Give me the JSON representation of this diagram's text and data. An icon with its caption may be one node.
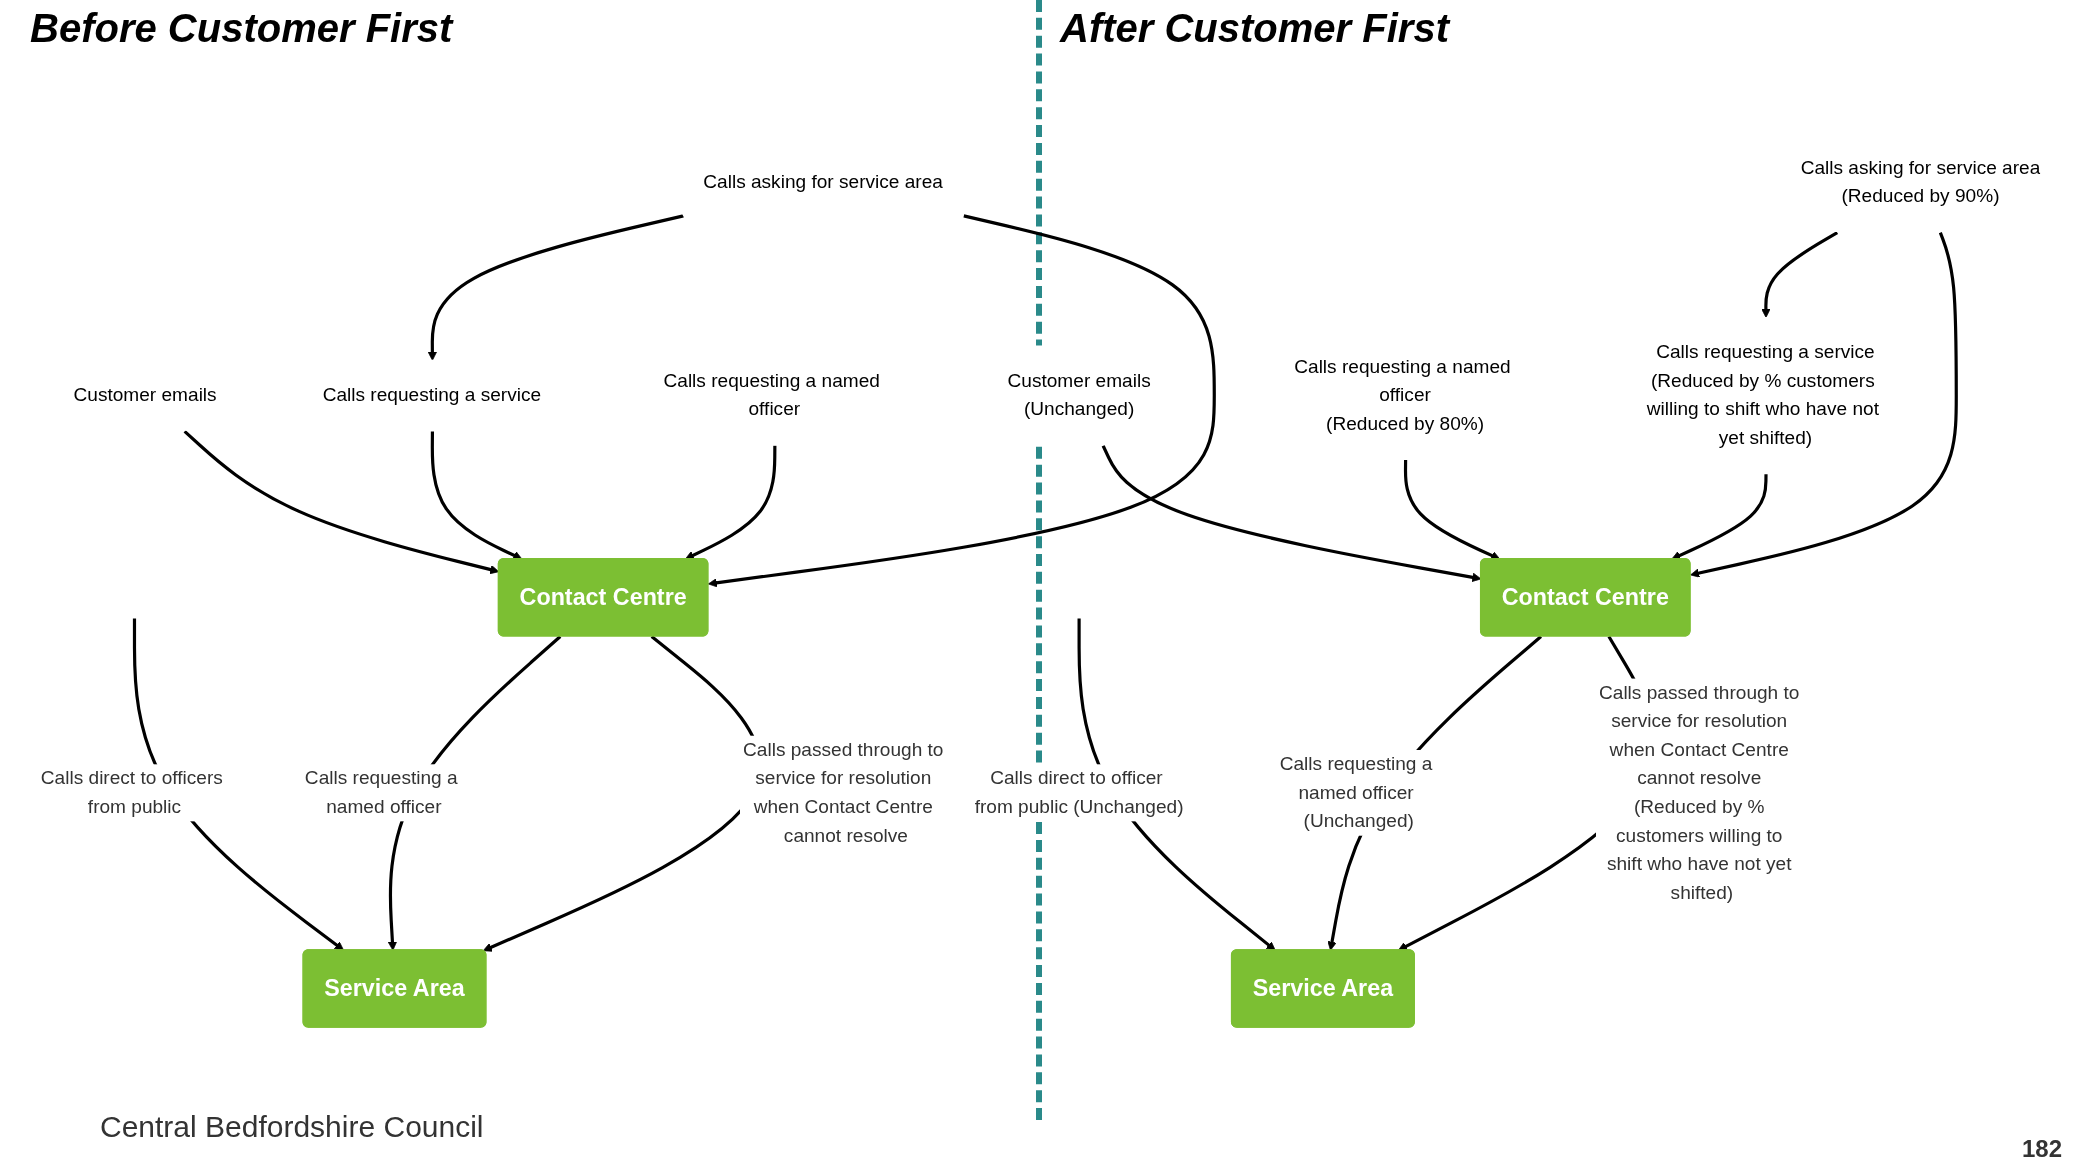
{
  "diagram": {
    "nodes": [
      {
        "text": [
          "Customer emails"
        ]
      },
      {
        "text": [
          "Calls requesting a service"
        ]
      },
      {
        "text": [
          "Calls asking for service area"
        ]
      },
      {
        "text": [
          "Calls requesting a named officer"
        ]
      },
      {
        "text": [
          "Contact Centre"
        ]
      },
      {
        "text": [
          "Service Area"
        ]
      },
      {
        "text": [
          "Customer emails",
          "(Unchanged)"
        ]
      },
      {
        "text": [
          "Calls requesting a service",
          "(Reduced by % customers willing to shift who have not yet shifted)"
        ]
      },
      {
        "text": [
          "Calls asking for service area",
          "(Reduced by 90%)"
        ]
      },
      {
        "text": [
          "Calls requesting a named officer",
          "(Reduced by 80%)"
        ]
      },
      {
        "text": [
          "Contact Centre"
        ]
      },
      {
        "text": [
          "Service Area"
        ]
      }
    ],
    "edges": [
      {
        "from": 0,
        "to": 4,
        "arrow": "to"
      },
      {
        "from": 1,
        "to": 4,
        "arrow": "to"
      },
      {
        "from": 2,
        "to": 4,
        "arrow": "to"
      },
      {
        "from": 3,
        "to": 4,
        "arrow": "to"
      },
      {
        "from": 2,
        "to": 1,
        "arrow": "to"
      },
      {
        "from": 4,
        "to": 5,
        "arrow": "to",
        "label": "Calls passed through to service for resolution when Contact Centre cannot resolve"
      },
      {
        "from": 4,
        "to": 5,
        "arrow": "to",
        "label": "Calls requesting a named officer"
      },
      {
        "from": null,
        "to": 5,
        "arrow": "to",
        "label": "Calls direct to officers from public"
      },
      {
        "from": 6,
        "to": 10,
        "arrow": "to"
      },
      {
        "from": 7,
        "to": 10,
        "arrow": "to"
      },
      {
        "from": 8,
        "to": 10,
        "arrow": "to"
      },
      {
        "from": 9,
        "to": 10,
        "arrow": "to"
      },
      {
        "from": 8,
        "to": 7,
        "arrow": "to"
      },
      {
        "from": 10,
        "to": 11,
        "arrow": "to",
        "label": "Calls passed through to service for resolution when Contact Centre cannot resolve (Reduced by % customers willing to shift who have not yet shifted)"
      },
      {
        "from": 10,
        "to": 11,
        "arrow": "to",
        "label": "Calls requesting a named officer (Unchanged)"
      },
      {
        "from": null,
        "to": 11,
        "arrow": "to",
        "label": "Calls direct to officer from public (Unchanged)"
      }
    ],
    "labels": [
      "Before Customer First",
      "After Customer First",
      "Central Bedfordshire Council",
      "182"
    ]
  }
}
